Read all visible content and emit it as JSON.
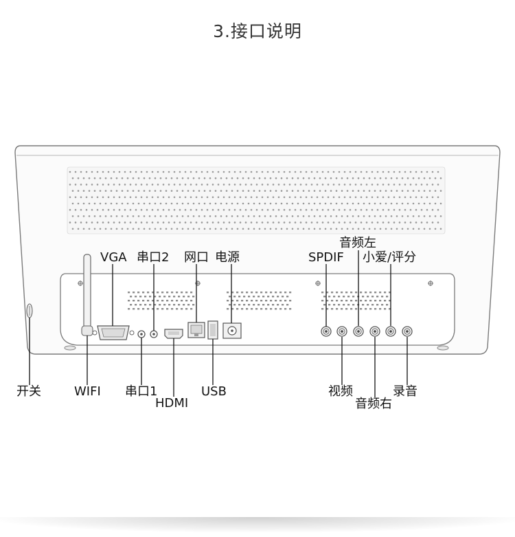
{
  "title": "3.接口说明",
  "labels": {
    "vga": "VGA",
    "serial2": "串口2",
    "network": "网口",
    "power": "电源",
    "spdif": "SPDIF",
    "audio_left": "音频左",
    "xiaoai": "小爱/评分",
    "switch": "开关",
    "wifi": "WIFI",
    "serial1": "串口1",
    "hdmi": "HDMI",
    "usb": "USB",
    "video": "视频",
    "audio_right": "音频右",
    "record": "录音"
  }
}
